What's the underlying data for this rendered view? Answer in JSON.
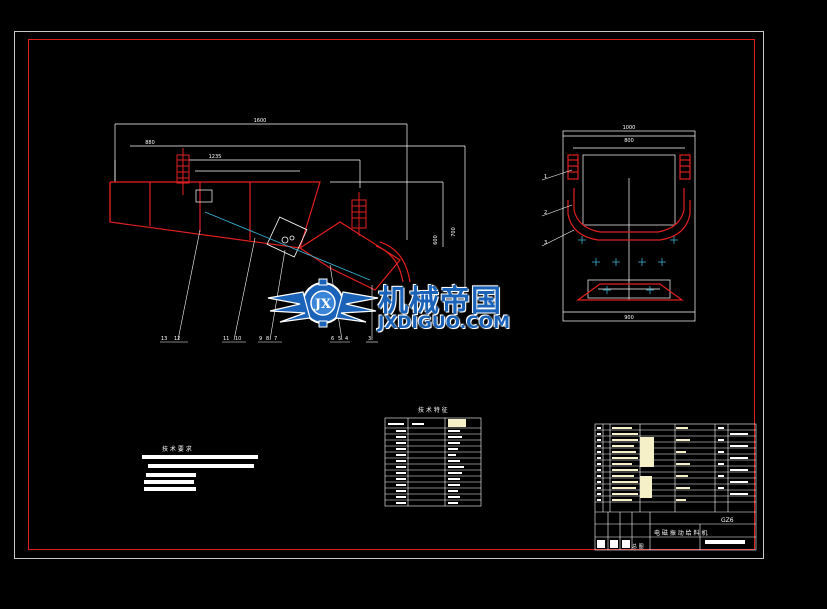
{
  "logo": {
    "chinese": "机械帝国",
    "english": "JXDIGUO.COM",
    "emblem": "JX"
  },
  "requirements": {
    "title": "技 术 要 求"
  },
  "tech_table": {
    "title": "技 术 特 征"
  },
  "title_block": {
    "drawing_name": "电 磁 振 动 给 料 机",
    "drawing_code": "GZ6",
    "sheet_label": "总 图"
  },
  "colors": {
    "frame": "#e02020",
    "border": "#c8c8c8",
    "centerline": "#3ab0d0",
    "lines": "#ffffff",
    "logo_blue": "#1a63b8",
    "table_fill": "#f5f0c8"
  }
}
